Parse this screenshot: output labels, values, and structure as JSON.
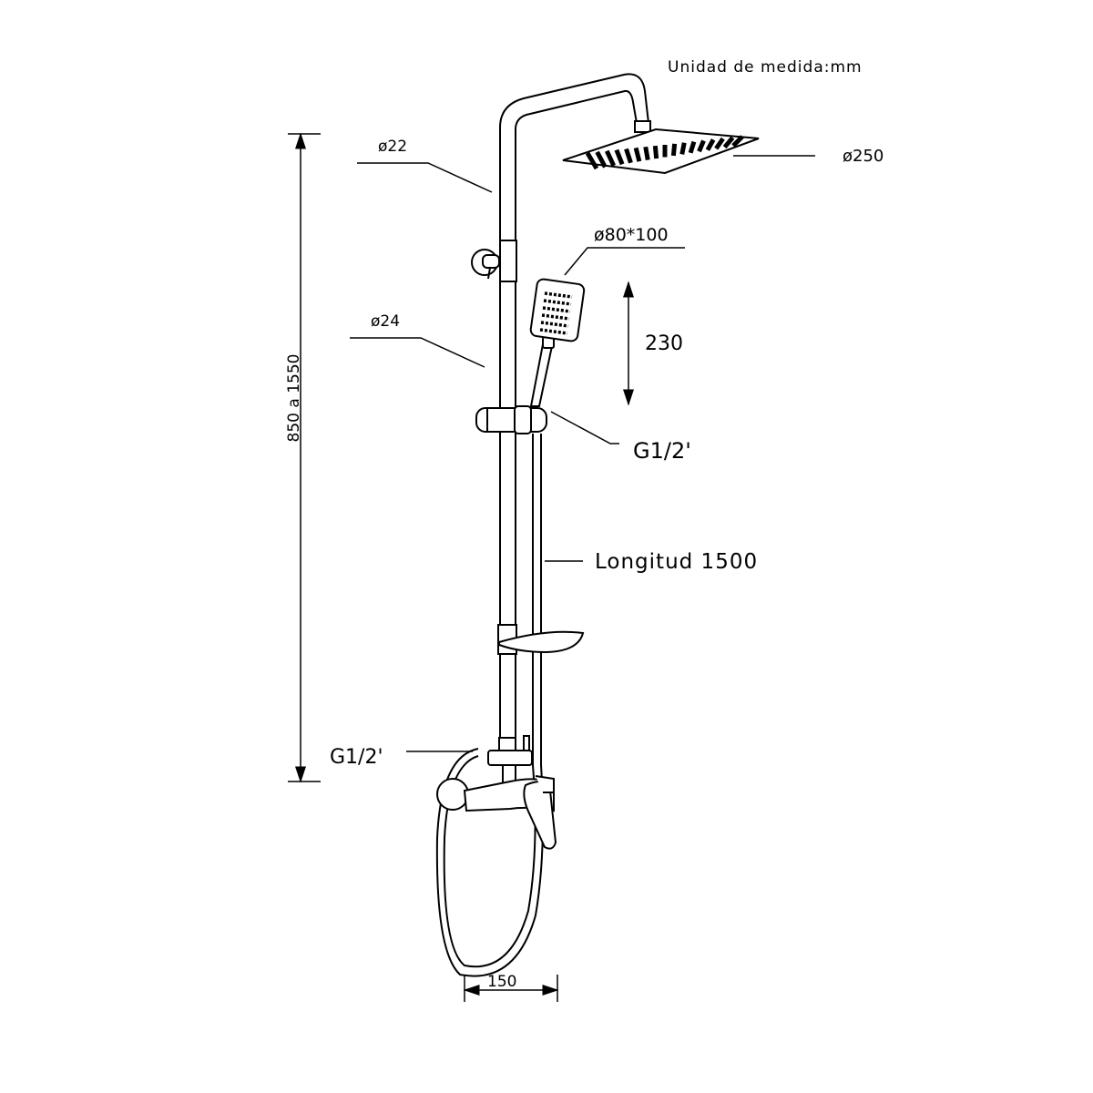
{
  "units_note": "Unidad de medida:mm",
  "labels": {
    "upper_pipe_diameter": "ø22",
    "rain_shower_diameter": "ø250",
    "hand_shower_size": "ø80*100",
    "lower_pipe_diameter": "ø24",
    "hand_shower_height": "230",
    "hose_connection": "G1/2'",
    "hose_length": "Longitud 1500",
    "mixer_connection": "G1/2'",
    "height_range": "850 a 1550",
    "mixer_width": "150"
  },
  "colors": {
    "line": "#000000",
    "background": "#ffffff"
  }
}
